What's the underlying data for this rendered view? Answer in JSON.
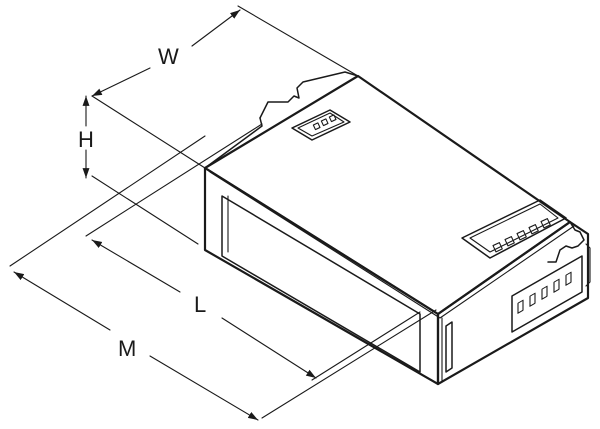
{
  "labels": {
    "width": "W",
    "height": "H",
    "length": "L",
    "mount": "M"
  },
  "colors": {
    "line": "#1a1a1a",
    "face_top": "#ffffff",
    "face_side": "#ffffff",
    "background": "#ffffff"
  },
  "icons": {
    "arrowhead": "arrowhead-icon",
    "connector": "connector-icon",
    "dip_switch": "dip-switch-icon"
  }
}
